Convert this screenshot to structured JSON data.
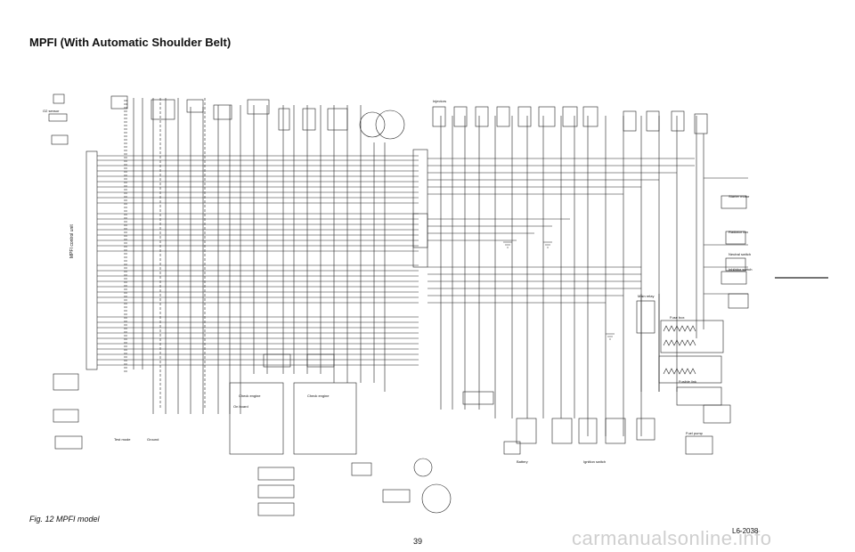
{
  "page": {
    "title": "MPFI (With Automatic Shoulder Belt)",
    "caption": "Fig. 12 MPFI model",
    "page_number": "39",
    "diagram_code": "L6-2038",
    "watermark": "carmanualsonline.info"
  },
  "labels": {
    "ecu": "MPFI control unit",
    "check_engine": "Check engine",
    "check_engine_2": "Check engine",
    "on_board": "On board",
    "test_mode": "Test mode",
    "ground": "Ground",
    "fuse_box": "Fuse box",
    "fusible_link": "Fusible link",
    "starter_motor": "Starter motor",
    "radiator_fan": "Radiator fan",
    "neutral_switch": "Neutral switch",
    "inhibitor_switch": "Inhibitor switch",
    "main_relay": "Main relay",
    "fuel_pump": "Fuel pump",
    "battery": "Battery",
    "ign_switch": "Ignition switch",
    "o2_sensor": "O2 sensor",
    "injectors": "Injectors"
  }
}
